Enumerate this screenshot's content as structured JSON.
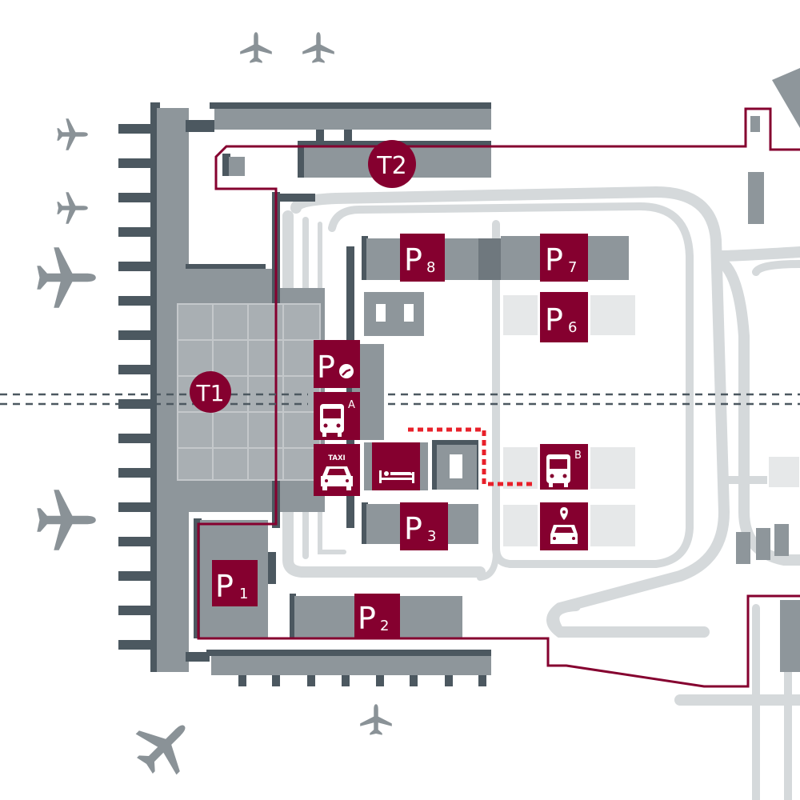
{
  "colors": {
    "brand": "#85002f",
    "building": "#8e969b",
    "building_shadow": "#4c5860",
    "road": "#d5d9db",
    "walk_route": "#e8202a",
    "plane": "#8a9297"
  },
  "terminals": {
    "t1": "T1",
    "t2": "T2"
  },
  "parking": {
    "p_letter": "P",
    "p1": "1",
    "p2": "2",
    "p3": "3",
    "p6": "6",
    "p7": "7",
    "p8": "8"
  },
  "services": {
    "taxi": "TAXI",
    "bus_a": "A",
    "bus_b": "B"
  },
  "icons": [
    "airplane-icon",
    "clock-icon",
    "bus-icon",
    "taxi-icon",
    "bed-icon",
    "car-location-icon"
  ]
}
